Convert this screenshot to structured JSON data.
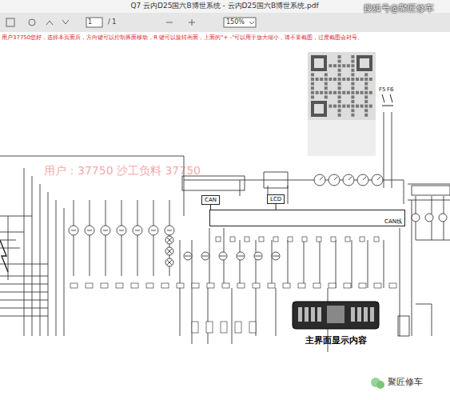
{
  "diagram": {
    "nodes": [
      {
        "text": [
          "CAN"
        ]
      },
      {
        "text": [
          "LCD"
        ]
      },
      {
        "text": [
          "CAN线"
        ]
      },
      {
        "text": [
          "主界面显示内容"
        ]
      }
    ],
    "edges": [
      {
        "from": 0,
        "to": 2,
        "arrow": "none"
      },
      {
        "from": 1,
        "to": 2,
        "arrow": "none"
      }
    ],
    "labels": [
      "Q7 云内D25国六B博世系统 - 云内D25国六B博世系统.pdf",
      "搜狐号@聚匠修车",
      "1",
      "/ 1",
      "150%",
      "用户37750您好，选择本页面后，方向键可以控制界面移动，R 键可以旋转画面，上面的\"+ -\"可以用于放大缩小，请不要截图，过度截图会封号。",
      "用户：37750 沙工负料 37750",
      "F5",
      "F6",
      "聚匠修车"
    ]
  }
}
